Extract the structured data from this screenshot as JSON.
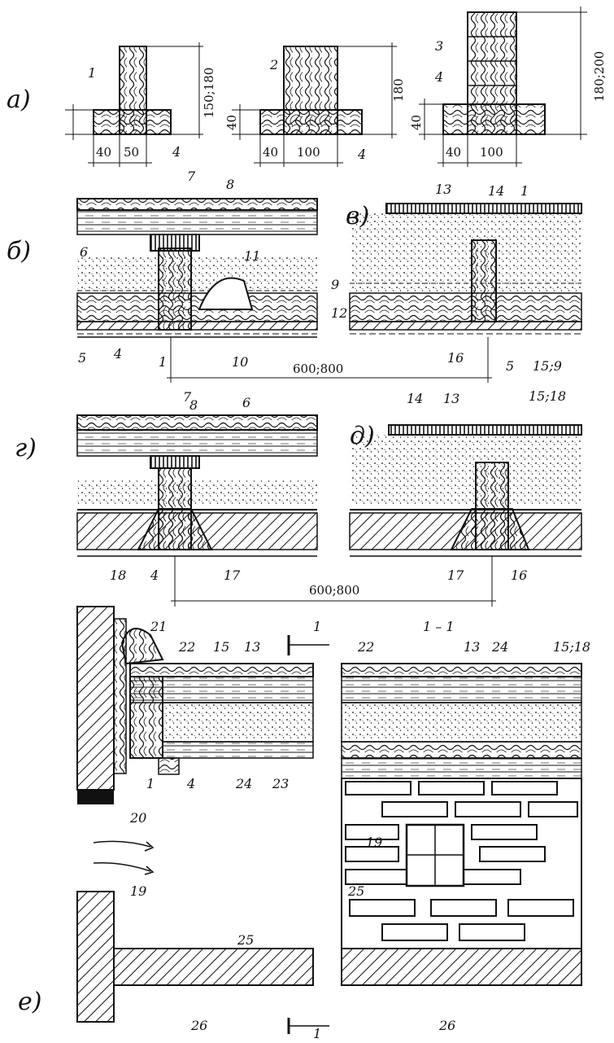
{
  "panels": {
    "a": "а)",
    "b": "б)",
    "v": "в)",
    "g": "г)",
    "d": "д)",
    "e": "е)"
  },
  "section_title": "1 – 1",
  "section_marks": {
    "top": "1",
    "bottom": "1"
  },
  "dimensions": {
    "a1_width_left": "40",
    "a1_width_right": "50",
    "a1_height": "150;180",
    "a2_width_left": "40",
    "a2_width_right": "100",
    "a2_height": "180",
    "a2_flange": "40",
    "a3_width_left": "40",
    "a3_width_right": "100",
    "a3_height": "180;200",
    "a3_flange": "40",
    "span_bv": "600;800",
    "span_gd": "600;800"
  },
  "callouts": {
    "a1_1": "1",
    "a1_4": "4",
    "a2_2": "2",
    "a2_4": "4",
    "a3_3": "3",
    "a3_4": "4",
    "b_7": "7",
    "b_8": "8",
    "b_6": "6",
    "b_11": "11",
    "b_9": "9",
    "b_12": "12",
    "b_5": "5",
    "b_4": "4",
    "b_1": "1",
    "b_10": "10",
    "v_13": "13",
    "v_14": "14",
    "v_1": "1",
    "v_16": "16",
    "v_5": "5",
    "v_15_9": "15;9",
    "g_7": "7",
    "g_8": "8",
    "g_6": "6",
    "g_18": "18",
    "g_4": "4",
    "g_17": "17",
    "d_14": "14",
    "d_13": "13",
    "d_15_18": "15;18",
    "d_17": "17",
    "d_16": "16",
    "e_21": "21",
    "e_22": "22",
    "e_15": "15",
    "e_13": "13",
    "e_1": "1",
    "e_4": "4",
    "e_24": "24",
    "e_23": "23",
    "e_20": "20",
    "e_19": "19",
    "e_25": "25",
    "e_26": "26",
    "s_22": "22",
    "s_13": "13",
    "s_24": "24",
    "s_15_18": "15;18",
    "s_19": "19",
    "s_25": "25",
    "s_26": "26"
  },
  "colors": {
    "ink": "#111111",
    "paper": "#ffffff",
    "gray": "#555555"
  }
}
